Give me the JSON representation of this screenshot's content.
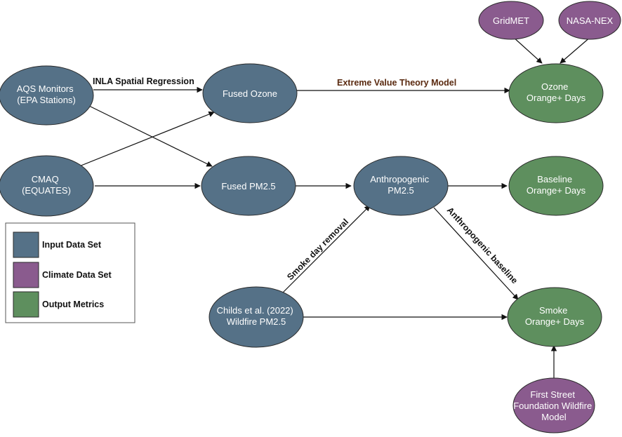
{
  "colors": {
    "input": "#557187",
    "climate": "#8a5b8e",
    "output": "#5e8f5e",
    "stroke": "#2a2a2a"
  },
  "nodes": {
    "aqs": [
      "AQS Monitors",
      "(EPA Stations)"
    ],
    "cmaq": [
      "CMAQ",
      "(EQUATES)"
    ],
    "fused_ozone": [
      "Fused Ozone"
    ],
    "fused_pm": [
      "Fused PM2.5"
    ],
    "anthro_pm": [
      "Anthropogenic",
      "PM2.5"
    ],
    "childs": [
      "Childs et al. (2022)",
      "Wildfire PM2.5"
    ],
    "gridmet": [
      "GridMET"
    ],
    "nasanex": [
      "NASA-NEX"
    ],
    "ozone_days": [
      "Ozone",
      "Orange+ Days"
    ],
    "baseline_days": [
      "Baseline",
      "Orange+ Days"
    ],
    "smoke_days": [
      "Smoke",
      "Orange+ Days"
    ],
    "first_street": [
      "First Street",
      "Foundation Wildfire",
      "Model"
    ]
  },
  "edge_labels": {
    "inla": "INLA Spatial Regression",
    "evt": "Extreme Value Theory Model",
    "smoke_removal": "Smoke day removal",
    "anthro_baseline": "Anthropogenic baseline"
  },
  "legend": {
    "input": "Input Data Set",
    "climate": "Climate Data Set",
    "output": "Output Metrics"
  }
}
